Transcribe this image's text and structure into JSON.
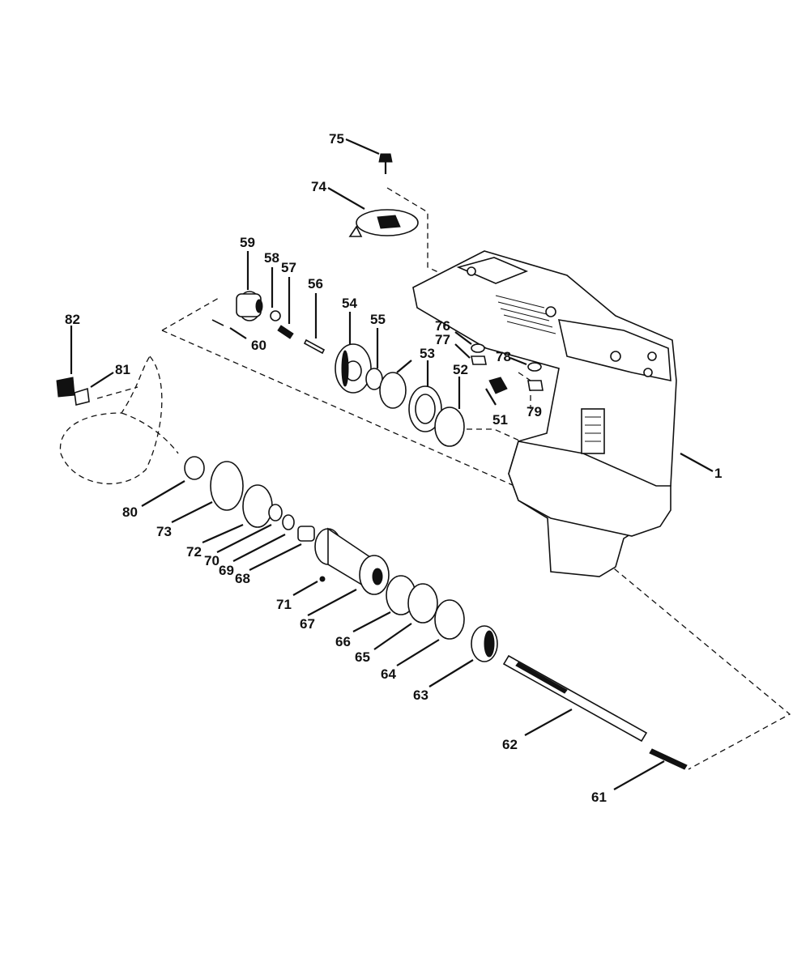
{
  "diagram": {
    "part_labels": [
      "1",
      "51",
      "52",
      "53",
      "54",
      "55",
      "56",
      "57",
      "58",
      "59",
      "60",
      "61",
      "62",
      "63",
      "64",
      "65",
      "66",
      "67",
      "68",
      "69",
      "70",
      "71",
      "72",
      "73",
      "74",
      "75",
      "76",
      "77",
      "78",
      "79",
      "80",
      "81",
      "82"
    ]
  }
}
